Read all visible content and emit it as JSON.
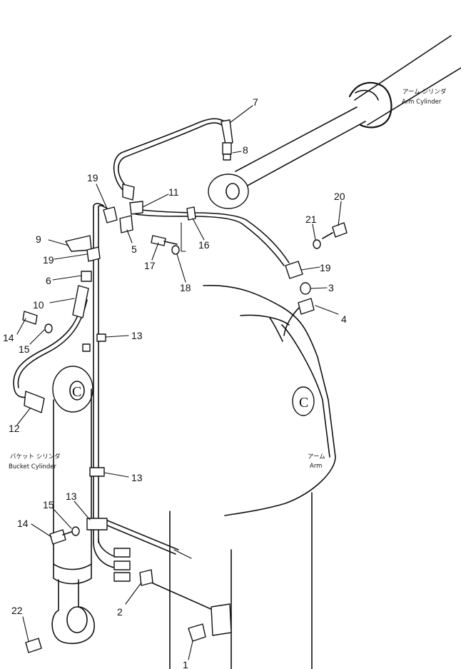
{
  "labels": {
    "arm_cylinder_jp": "アーム シリンダ",
    "arm_cylinder_en": "Arm Cylinder",
    "bucket_cylinder_jp": "バケット シリンダ",
    "bucket_cylinder_en": "Bucket Cylinder",
    "arm_jp": "アーム",
    "arm_en": "Arm",
    "pivot_letter": "C"
  },
  "callouts": {
    "n1": "1",
    "n2": "2",
    "n3": "3",
    "n4": "4",
    "n5": "5",
    "n6": "6",
    "n7": "7",
    "n8": "8",
    "n9": "9",
    "n10": "10",
    "n11": "11",
    "n12": "12",
    "n13a": "13",
    "n13b": "13",
    "n13c": "13",
    "n14a": "14",
    "n14b": "14",
    "n15a": "15",
    "n15b": "15",
    "n16": "16",
    "n17": "17",
    "n18": "18",
    "n19a": "19",
    "n19b": "19",
    "n19c": "19",
    "n20": "20",
    "n21": "21",
    "n22": "22"
  }
}
